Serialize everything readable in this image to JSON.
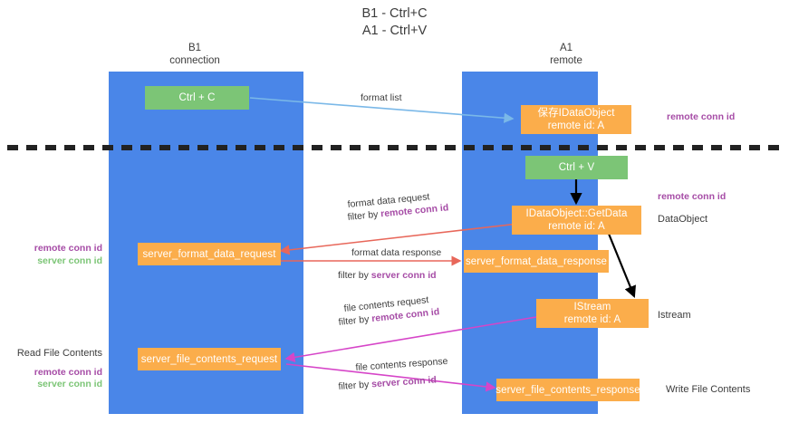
{
  "title": "B1 - Ctrl+C\nA1 - Ctrl+V",
  "columns": [
    {
      "name": "b1",
      "label": "B1\nconnection"
    },
    {
      "name": "a1",
      "label": "A1\nremote"
    }
  ],
  "boxes": {
    "ctrl_c": "Ctrl + C",
    "ctrl_v": "Ctrl + V",
    "idataobject": "保存IDataObject\nremote id: A",
    "getdata": "IDataObject::GetData\nremote id: A",
    "istream": "IStream\nremote id: A",
    "server_format_data_request": "server_format_data_request",
    "server_format_data_response": "server_format_data_response",
    "server_file_contents_request": "server_file_contents_request",
    "server_file_contents_response": "server_file_contents_response"
  },
  "edges": {
    "format_list": "format list",
    "format_data_request": "format data request",
    "format_data_request_filter_prefix": "filter by ",
    "format_data_request_filter_key": "remote conn id",
    "format_data_response": "format data response",
    "format_data_response_filter_prefix": "filter by ",
    "format_data_response_filter_key": "server conn id",
    "file_contents_request": "file contents request",
    "file_contents_request_filter_prefix": "filter by ",
    "file_contents_request_filter_key": "remote conn id",
    "file_contents_response": "file contents response",
    "file_contents_response_filter_prefix": "filter by ",
    "file_contents_response_filter_key": "server conn id"
  },
  "annotations": {
    "right_remote_conn_id_top": "remote conn id",
    "right_remote_conn_id_mid": "remote conn id",
    "right_dataobject": "DataObject",
    "right_istream": "Istream",
    "right_write_file_contents": "Write File Contents",
    "left_remote_conn_id": "remote conn id",
    "left_server_conn_id": "server conn id",
    "left_read_file_contents": "Read File Contents",
    "left_remote_conn_id_2": "remote conn id",
    "left_server_conn_id_2": "server conn id"
  },
  "colors": {
    "lane": "#4a86e8",
    "green_box": "#7cc576",
    "orange_box": "#fbad4b",
    "purple_text": "#a64ca6",
    "green_text": "#7cc576",
    "red_arrow": "#e8675a",
    "magenta_arrow": "#d645c8",
    "blue_arrow": "#7ab8e8",
    "black_arrow": "#000000",
    "divider": "#222222",
    "background": "#ffffff"
  }
}
